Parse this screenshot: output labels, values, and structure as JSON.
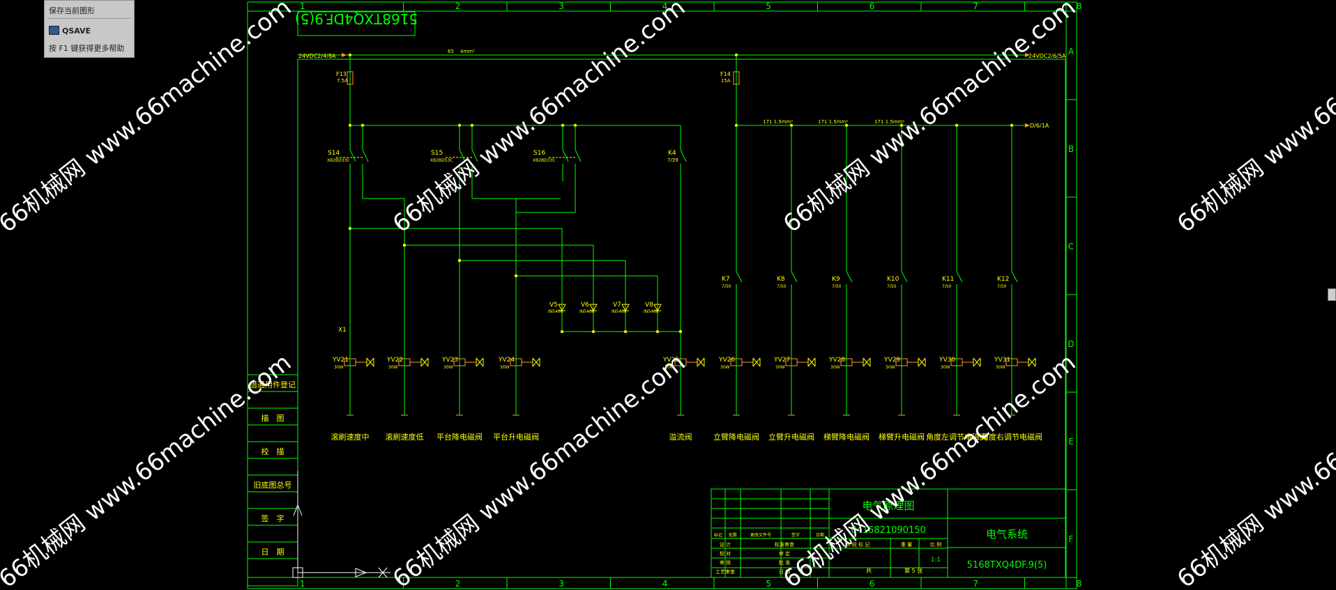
{
  "tooltip": {
    "line1": "保存当前图形",
    "command": "QSAVE",
    "help": "按 F1 键获得更多帮助"
  },
  "drawing": {
    "stamp_top": "5168TXQ4DF.9(5)",
    "col_numbers": [
      "1",
      "2",
      "3",
      "4",
      "5",
      "6",
      "7",
      "8"
    ],
    "row_letters": [
      "A",
      "B",
      "C",
      "D",
      "E",
      "F"
    ],
    "bus_left_label": "24VDC2/4/8A",
    "bus_right_label": "24VDC2/6/5A",
    "bus_right_b_label": "D/6/1A",
    "wire_top": "65",
    "wire_top2": "4mm²",
    "fuse_left": {
      "name": "F13",
      "rating": "7.5A"
    },
    "fuse_right": {
      "name": "F14",
      "rating": "15A"
    },
    "switches": [
      {
        "name": "S14",
        "part": "XB2BD33C"
      },
      {
        "name": "S15",
        "part": "XB2BD53C"
      },
      {
        "name": "S16",
        "part": "XB2BD33C"
      },
      {
        "name": "K4",
        "part": "7/39"
      }
    ],
    "diodes": [
      "V5",
      "V6",
      "V7",
      "V8"
    ],
    "relays": [
      {
        "name": "K7",
        "ref": "7/50"
      },
      {
        "name": "K8",
        "ref": "7/50"
      },
      {
        "name": "K9",
        "ref": "7/50"
      },
      {
        "name": "K10",
        "ref": "7/50"
      },
      {
        "name": "K11",
        "ref": "7/50"
      },
      {
        "name": "K12",
        "ref": "7/50"
      }
    ],
    "terminal_x1": "X1",
    "valves": [
      {
        "name": "YV21",
        "rating": "30W"
      },
      {
        "name": "YV22",
        "rating": "30W"
      },
      {
        "name": "YV23",
        "rating": "30W"
      },
      {
        "name": "YV24",
        "rating": "30W"
      },
      {
        "name": "YV25",
        "rating": "30W"
      },
      {
        "name": "YV26",
        "rating": "30W"
      },
      {
        "name": "YV27",
        "rating": "30W"
      },
      {
        "name": "YV28",
        "rating": "30W"
      },
      {
        "name": "YV29",
        "rating": "30W"
      },
      {
        "name": "YV30",
        "rating": "30W"
      },
      {
        "name": "YV31",
        "rating": "30W"
      }
    ],
    "valve_labels": [
      "滚刷速度中",
      "滚刷速度低",
      "平台降电磁阀",
      "平台升电磁阀",
      "溢流阀",
      "立臂降电磁阀",
      "立臂升电磁阀",
      "梯臂降电磁阀",
      "梯臂升电磁阀",
      "角度左调节电磁阀",
      "角度右调节电磁阀"
    ],
    "left_panel": [
      "借通用件登记",
      "描　图",
      "校　描",
      "旧底图总号",
      "签　字",
      "日　期"
    ],
    "title_block": {
      "name": "电气原理图",
      "number": "0416821090150",
      "system": "电气系统",
      "code": "5168TXQ4DF.9(5)",
      "ratio": "1:1",
      "sheet_total": "共",
      "sheet": "第 5 张",
      "headers": [
        "标记",
        "处数",
        "更改文件号",
        "签字",
        "日期"
      ],
      "roles": [
        "设 计",
        "校 对",
        "审 核",
        "工艺审查"
      ],
      "roles2": [
        "标准审查",
        "审 定",
        "批 准",
        "日 期"
      ],
      "grid_headers": [
        "阶 段 标 记",
        "重 量",
        "比 例"
      ]
    },
    "watermark": "66机械网 www.66machine.com"
  }
}
